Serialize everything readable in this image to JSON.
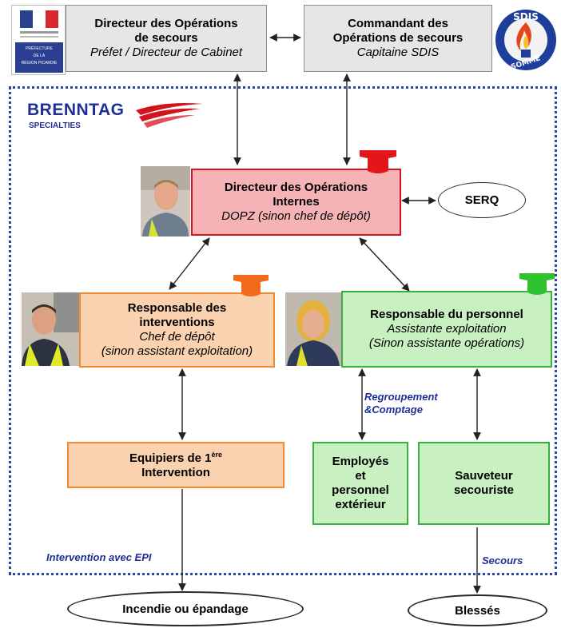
{
  "prefecture": {
    "flag_colors": [
      "#2b3f92",
      "#ffffff",
      "#d9282d"
    ],
    "lines": [
      "PRÉFECTURE",
      "DE LA",
      "RÉGION PICARDIE"
    ]
  },
  "dos": {
    "title_1": "Directeur des Opérations",
    "title_2": "de secours",
    "subtitle": "Préfet / Directeur de Cabinet"
  },
  "cos": {
    "title_1": "Commandant des",
    "title_2": "Opérations de secours",
    "subtitle": "Capitaine SDIS"
  },
  "sdis_logo": {
    "top": "SDIS",
    "bottom": "SOMME"
  },
  "company": {
    "name": "BRENNTAG",
    "sub": "SPECIALTIES",
    "accent_color": "#d4141c",
    "name_color": "#1f2f96"
  },
  "doi": {
    "title_1": "Directeur des Opérations",
    "title_2": "Internes",
    "subtitle": "DOPZ (sinon chef de dépôt)"
  },
  "serq": {
    "label": "SERQ"
  },
  "resp_interventions": {
    "title_1": "Responsable des",
    "title_2": "interventions",
    "subtitle_1": "Chef de dépôt",
    "subtitle_2": "(sinon assistant exploitation)"
  },
  "resp_personnel": {
    "title": "Responsable du personnel",
    "subtitle_1": "Assistante exploitation",
    "subtitle_2": "(Sinon assistante opérations)"
  },
  "equipiers": {
    "text": "Equipiers de 1",
    "sup": "ère",
    "line_2": "Intervention"
  },
  "employes": {
    "line_1": "Employés",
    "line_2": "et",
    "line_3": "personnel",
    "line_4": "extérieur"
  },
  "sauveteur": {
    "line_1": "Sauveteur",
    "line_2": "secouriste"
  },
  "labels": {
    "regroupement_1": "Regroupement",
    "regroupement_2": "&Comptage",
    "intervention_epi": "Intervention avec EPI",
    "secours": "Secours"
  },
  "incendie": {
    "label": "Incendie ou épandage"
  },
  "blesses": {
    "label": "Blessés"
  },
  "hat_colors": {
    "red": "#e3161c",
    "orange": "#f26b1d",
    "green": "#2fc22f"
  }
}
